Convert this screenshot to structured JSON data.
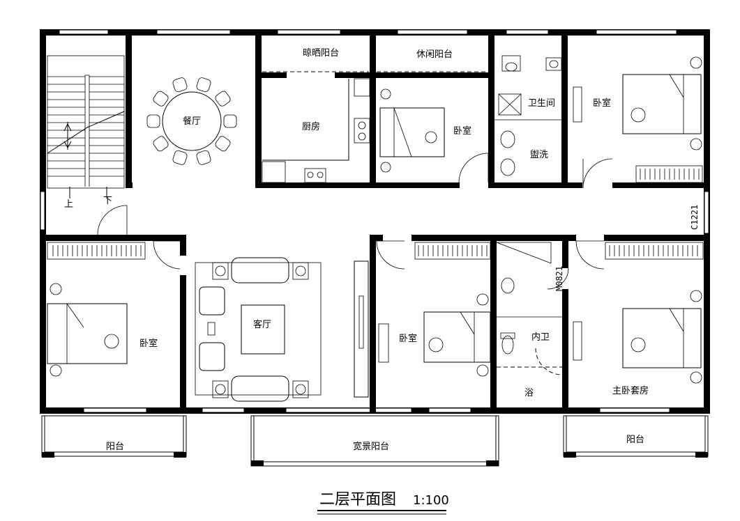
{
  "plan": {
    "title": "二层平面图",
    "scale": "1:100",
    "rooms": {
      "dining": "餐厅",
      "drying_balcony": "晾晒阳台",
      "leisure_balcony": "休闲阳台",
      "kitchen": "厨房",
      "bedroom_north_mid": "卧室",
      "toilet": "卫生间",
      "washroom": "盥洗",
      "bedroom_north_east": "卧室",
      "bedroom_west": "卧室",
      "living": "客厅",
      "bedroom_south_mid": "卧室",
      "inner_bath": "内卫",
      "shower": "浴",
      "master_suite": "主卧套房",
      "balcony_west": "阳台",
      "balcony_wide": "宽景阳台",
      "balcony_east": "阳台"
    },
    "stair": {
      "up": "上",
      "down": "下"
    },
    "codes": {
      "window_c1221": "C1221",
      "door_m0821": "M0821"
    }
  }
}
